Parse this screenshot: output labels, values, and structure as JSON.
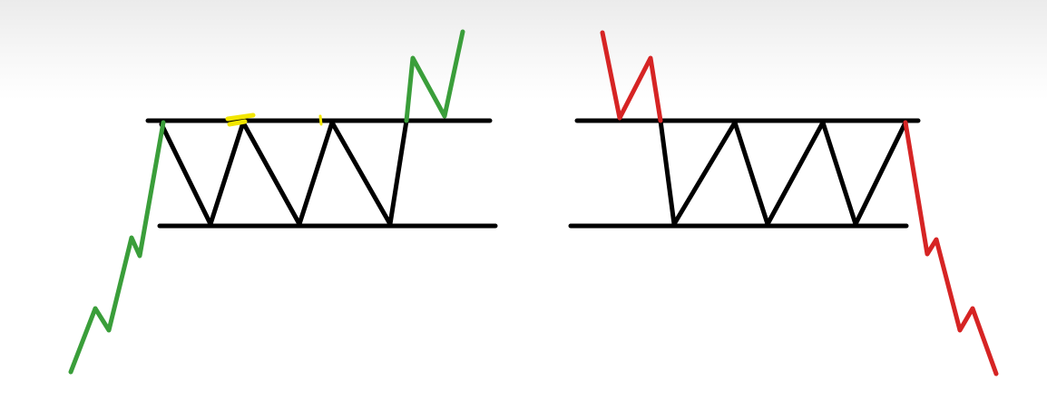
{
  "diagram": {
    "colors": {
      "background": "#ffffff",
      "range": "#000000",
      "bullish": "#3a9e3a",
      "bearish": "#d62424",
      "highlight": "#f2e600"
    },
    "panels": [
      {
        "id": "bullish-breakout",
        "trend_before": "up",
        "breakout": "up"
      },
      {
        "id": "bearish-breakdown",
        "trend_before": "down",
        "breakout": "down"
      }
    ]
  }
}
